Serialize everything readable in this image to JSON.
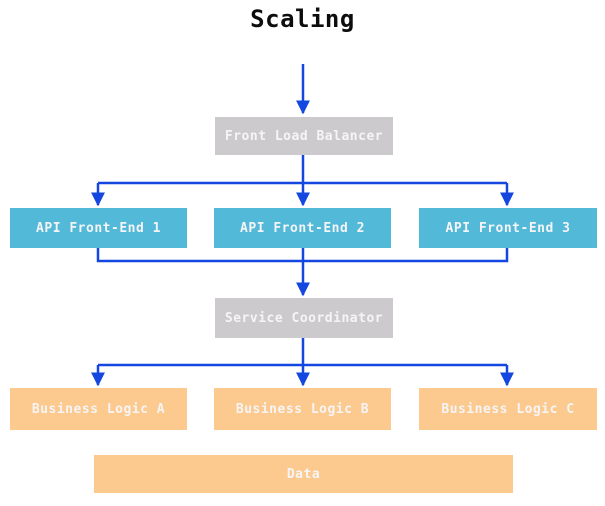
{
  "title": "Scaling",
  "colors": {
    "arrow": "#1347e0",
    "node_gray": "#cdcacd",
    "node_blue": "#52b9d9",
    "node_orange": "#fcca8e",
    "node_text": "#f5f4f6",
    "title_text": "#0d0d0d",
    "background": "#ffffff"
  },
  "nodes": {
    "front_load_balancer": {
      "label": "Front Load Balancer",
      "kind": "gray"
    },
    "api_front_end_1": {
      "label": "API Front-End 1",
      "kind": "blue"
    },
    "api_front_end_2": {
      "label": "API Front-End 2",
      "kind": "blue"
    },
    "api_front_end_3": {
      "label": "API Front-End 3",
      "kind": "blue"
    },
    "service_coordinator": {
      "label": "Service Coordinator",
      "kind": "gray"
    },
    "business_logic_a": {
      "label": "Business Logic A",
      "kind": "orange"
    },
    "business_logic_b": {
      "label": "Business Logic B",
      "kind": "orange"
    },
    "business_logic_c": {
      "label": "Business Logic C",
      "kind": "orange"
    },
    "data": {
      "label": "Data",
      "kind": "orange"
    }
  },
  "edges": [
    {
      "from": "title",
      "to": "front_load_balancer"
    },
    {
      "from": "front_load_balancer",
      "to": "api_front_end_1"
    },
    {
      "from": "front_load_balancer",
      "to": "api_front_end_2"
    },
    {
      "from": "front_load_balancer",
      "to": "api_front_end_3"
    },
    {
      "from": "api_front_end_1",
      "to": "service_coordinator"
    },
    {
      "from": "api_front_end_2",
      "to": "service_coordinator"
    },
    {
      "from": "api_front_end_3",
      "to": "service_coordinator"
    },
    {
      "from": "service_coordinator",
      "to": "business_logic_a"
    },
    {
      "from": "service_coordinator",
      "to": "business_logic_b"
    },
    {
      "from": "service_coordinator",
      "to": "business_logic_c"
    }
  ]
}
